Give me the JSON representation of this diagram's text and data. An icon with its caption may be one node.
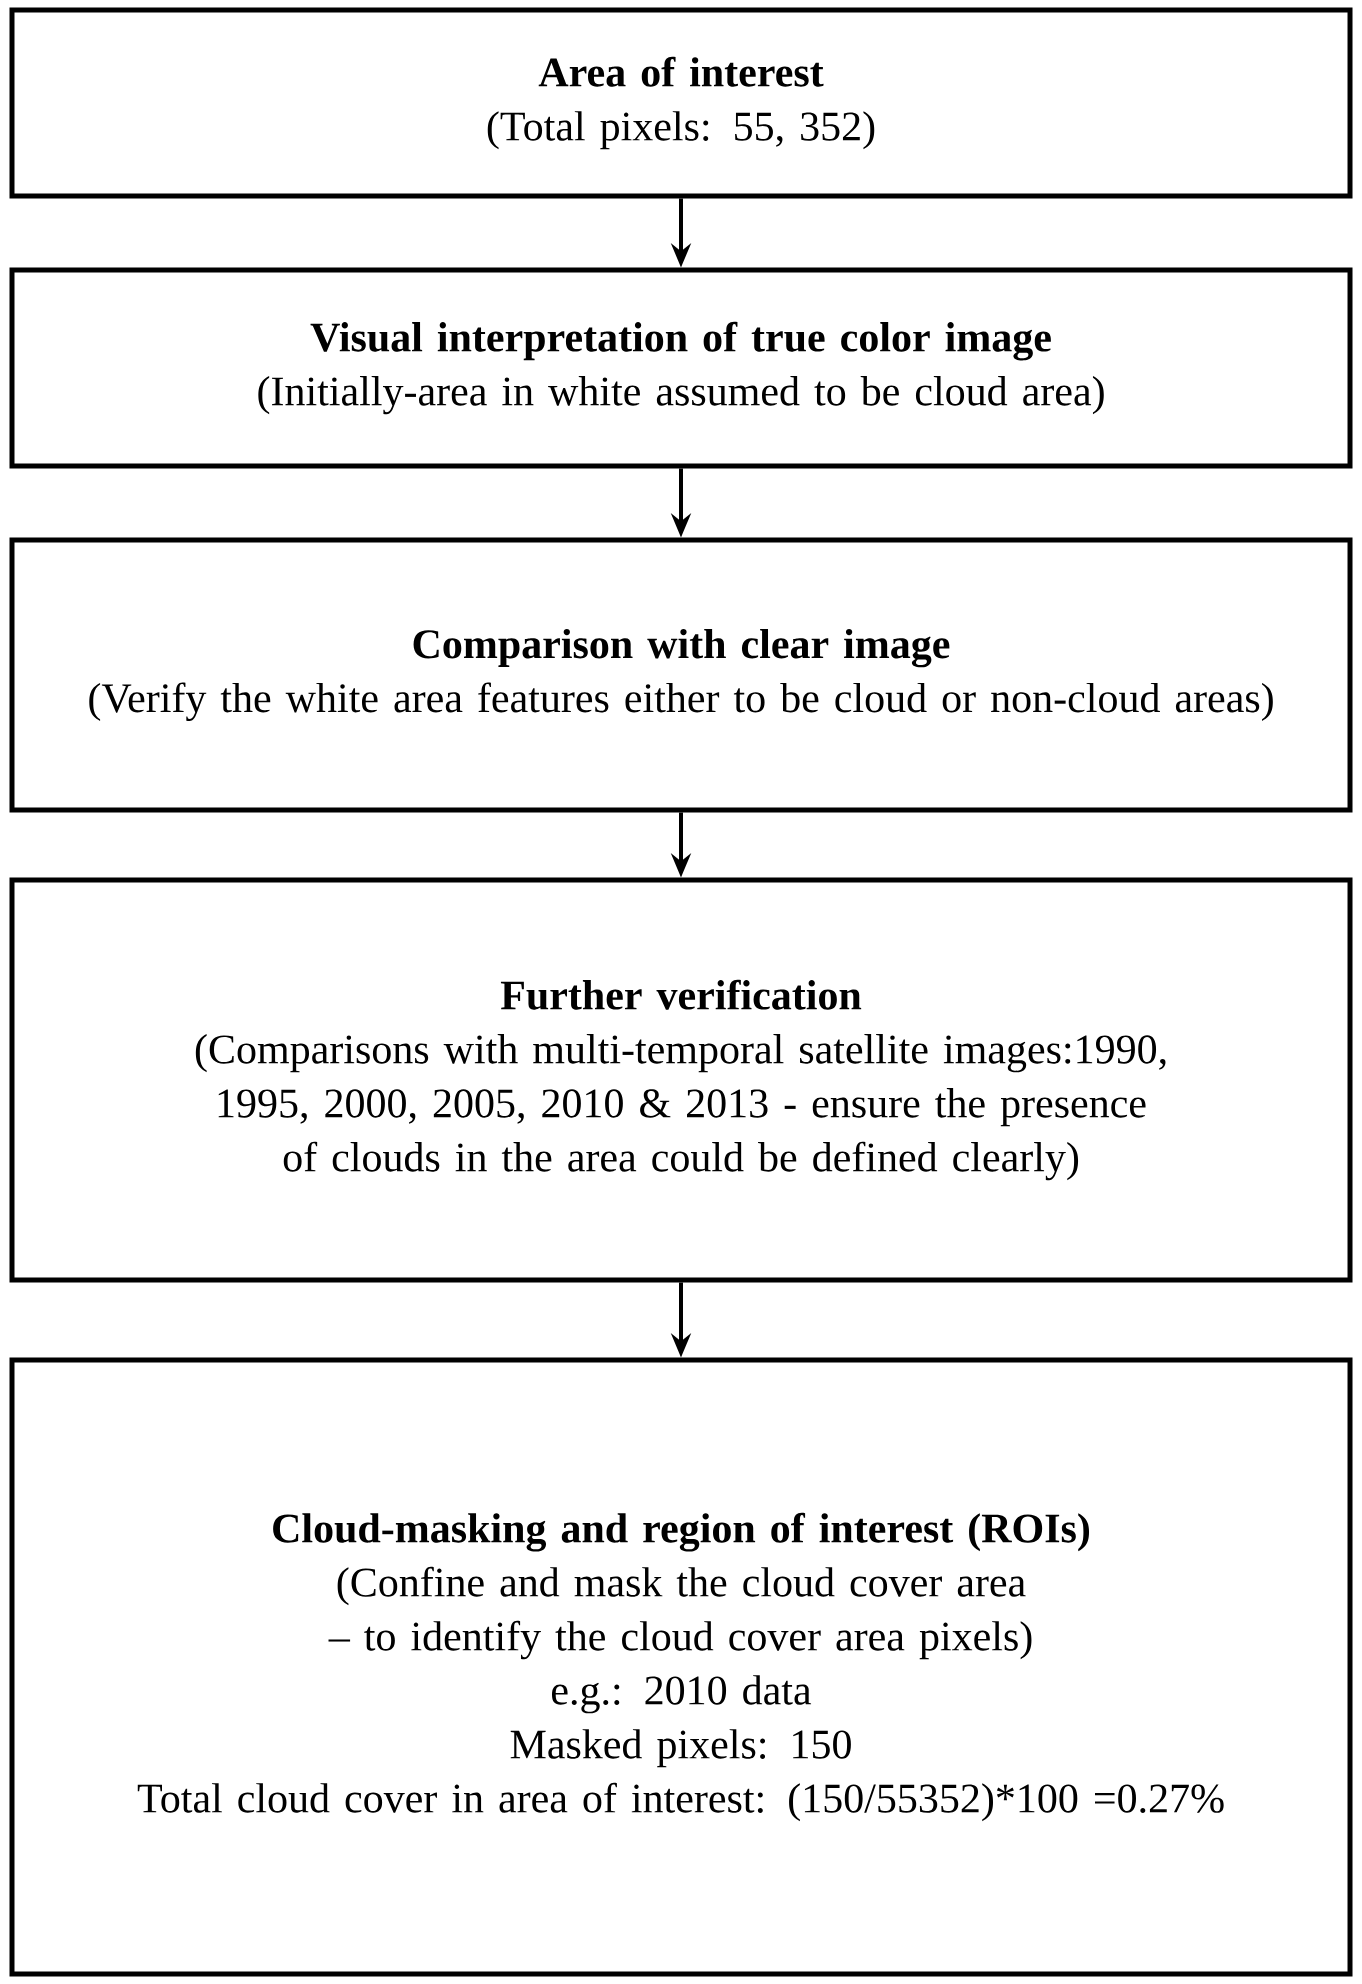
{
  "diagram": {
    "nodes": [
      {
        "text": [
          "Area of interest",
          "(Total pixels: 55, 352)"
        ]
      },
      {
        "text": [
          "Visual interpretation of true color image",
          "(Initially-area in white assumed to be cloud area)"
        ]
      },
      {
        "text": [
          "Comparison with clear image",
          "(Verify the white area features either to be cloud or non-cloud areas)"
        ]
      },
      {
        "text": [
          "Further verification",
          "(Comparisons with multi-temporal satellite images:1990, 1995, 2000, 2005, 2010 & 2013 - ensure the presence of clouds in the area could be defined clearly)"
        ]
      },
      {
        "text": [
          "Cloud-masking and region of interest (ROIs)",
          "(Confine and mask the cloud cover area – to identify the cloud cover area pixels)",
          "e.g.: 2010 data",
          "Masked pixels: 150",
          "Total cloud cover in area of interest: (150/55352)*100 =0.27%"
        ]
      }
    ],
    "edges": [
      {
        "from": 0,
        "to": 1,
        "arrow": "to"
      },
      {
        "from": 1,
        "to": 2,
        "arrow": "to"
      },
      {
        "from": 2,
        "to": 3,
        "arrow": "to"
      },
      {
        "from": 3,
        "to": 4,
        "arrow": "to"
      }
    ]
  }
}
